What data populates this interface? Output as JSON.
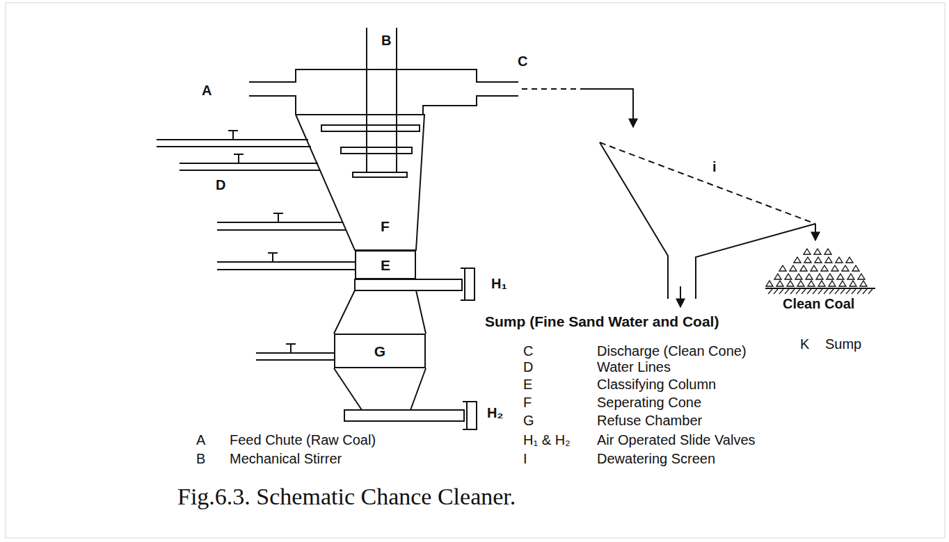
{
  "diagram": {
    "caption": "Fig.6.3. Schematic Chance Cleaner.",
    "nodes": [
      {
        "text": [
          "F"
        ]
      },
      {
        "text": [
          "E"
        ]
      },
      {
        "text": [
          "G"
        ]
      }
    ],
    "labels": [
      "B",
      "C",
      "A",
      "D",
      "i",
      "H₁",
      "Clean Coal",
      "Sump (Fine Sand Water and Coal)",
      "C",
      "Discharge (Clean Cone)",
      "K",
      "Sump",
      "D",
      "Water Lines",
      "E",
      "Classifying Column",
      "F",
      "Seperating Cone",
      "G",
      "Refuse Chamber",
      "H₂",
      "A",
      "Feed Chute (Raw Coal)",
      "H₁ & H₂",
      "Air Operated Slide Valves",
      "B",
      "Mechanical Stirrer",
      "I",
      "Dewatering Screen"
    ]
  }
}
